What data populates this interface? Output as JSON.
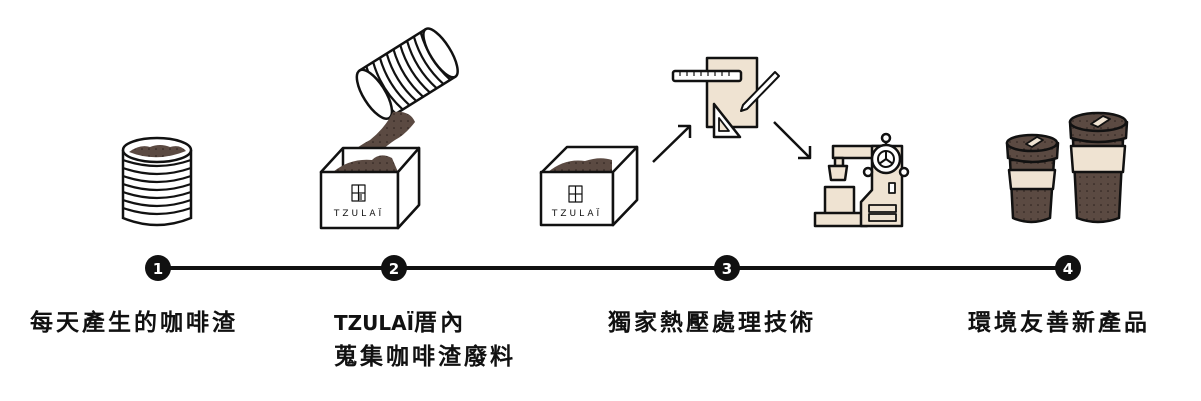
{
  "brand": "TZULAÏ",
  "colors": {
    "line": "#111111",
    "coffee": "#5b4a42",
    "beige": "#efe3d2",
    "cup_band": "#efe3d2"
  },
  "steps": [
    {
      "number": "1",
      "label_lines": [
        "每天產生的咖啡渣"
      ],
      "icon": "coffee-grounds-cup-icon"
    },
    {
      "number": "2",
      "label_prefix": "TZULAÏ",
      "label_lines": [
        "厝內",
        "蒐集咖啡渣廢料"
      ],
      "icon": "pouring-grounds-into-box-icon"
    },
    {
      "number": "3",
      "label_lines": [
        "獨家熱壓處理技術"
      ],
      "icon": "design-and-machine-process-icon"
    },
    {
      "number": "4",
      "label_lines": [
        "環境友善新產品"
      ],
      "icon": "reusable-cups-icon"
    }
  ]
}
